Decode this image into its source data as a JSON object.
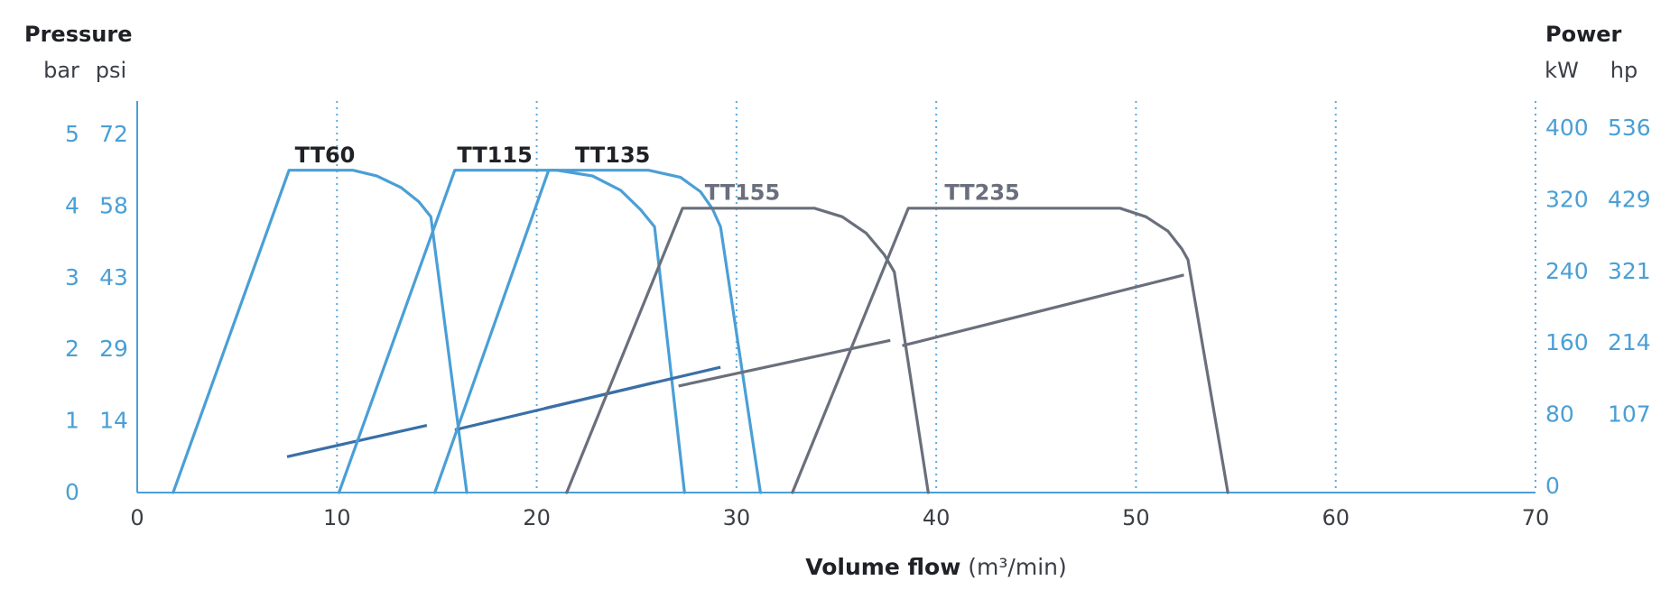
{
  "chart_data": {
    "type": "line",
    "left_axis_title": "Pressure",
    "left_units": [
      "bar",
      "psi"
    ],
    "right_axis_title": "Power",
    "right_units": [
      "kW",
      "hp"
    ],
    "xlabel_bold": "Volume flow",
    "xlabel_unit": "(m³/min)",
    "xlim": [
      0,
      70
    ],
    "x_ticks": [
      0,
      10,
      20,
      30,
      40,
      50,
      60,
      70
    ],
    "x_tick_labels": [
      "0",
      "10",
      "20",
      "30",
      "40",
      "50",
      "60",
      "70"
    ],
    "pressure_ylim": [
      0,
      5
    ],
    "bar_ticks": [
      0,
      1,
      2,
      3,
      4,
      5
    ],
    "bar_tick_labels": [
      "0",
      "1",
      "2",
      "3",
      "4",
      "5"
    ],
    "psi_tick_labels": [
      "",
      "14",
      "29",
      "43",
      "58",
      "72"
    ],
    "power_ylim": [
      0,
      400
    ],
    "kw_ticks": [
      0,
      80,
      160,
      240,
      320,
      400
    ],
    "kw_tick_labels": [
      "0",
      "80",
      "160",
      "240",
      "320",
      "400"
    ],
    "hp_tick_labels": [
      "",
      "107",
      "214",
      "321",
      "429",
      "536"
    ],
    "grid": {
      "vertical_dotted_at": [
        10,
        20,
        30,
        40,
        50,
        60,
        70
      ]
    },
    "colors": {
      "blue": "#4a9fd6",
      "steel_blue": "#3a6fa8",
      "grey": "#6a6f7c",
      "dark_text": "#1f2126",
      "grid": "#5fa9da"
    },
    "series": [
      {
        "name": "TT60",
        "color": "#4a9fd6",
        "label_x": 9.4,
        "label_y": 4.72,
        "label_color": "#1f2126",
        "envelope": [
          [
            1.8,
            0
          ],
          [
            7.6,
            4.5
          ],
          [
            10.8,
            4.5
          ],
          [
            12,
            4.42
          ],
          [
            13.2,
            4.26
          ],
          [
            14.1,
            4.06
          ],
          [
            14.7,
            3.85
          ],
          [
            16.5,
            0
          ]
        ],
        "power": [
          [
            7.5,
            40
          ],
          [
            14.5,
            75
          ]
        ],
        "power_color": "#3a6fa8"
      },
      {
        "name": "TT115",
        "color": "#4a9fd6",
        "label_x": 17.9,
        "label_y": 4.72,
        "label_color": "#1f2126",
        "envelope": [
          [
            10.1,
            0
          ],
          [
            15.9,
            4.5
          ],
          [
            21,
            4.5
          ],
          [
            22.8,
            4.42
          ],
          [
            24.2,
            4.22
          ],
          [
            25.2,
            3.95
          ],
          [
            25.9,
            3.71
          ],
          [
            27.4,
            0
          ]
        ],
        "power": [
          [
            15.9,
            70
          ],
          [
            25.9,
            123
          ]
        ],
        "power_color": "#3a6fa8"
      },
      {
        "name": "TT135",
        "color": "#4a9fd6",
        "label_x": 23.8,
        "label_y": 4.72,
        "label_color": "#1f2126",
        "envelope": [
          [
            14.9,
            0
          ],
          [
            20.6,
            4.5
          ],
          [
            25.6,
            4.5
          ],
          [
            27.2,
            4.4
          ],
          [
            28.2,
            4.2
          ],
          [
            28.8,
            3.96
          ],
          [
            29.2,
            3.71
          ],
          [
            31.2,
            0
          ]
        ],
        "power": [
          [
            20.4,
            94
          ],
          [
            29.2,
            140
          ]
        ],
        "power_color": "#3a6fa8"
      },
      {
        "name": "TT155",
        "color": "#6a6f7c",
        "label_x": 30.3,
        "label_y": 4.2,
        "label_color": "#6a6f7c",
        "envelope": [
          [
            21.5,
            0
          ],
          [
            27.3,
            3.97
          ],
          [
            33.9,
            3.97
          ],
          [
            35.3,
            3.85
          ],
          [
            36.5,
            3.62
          ],
          [
            37.4,
            3.32
          ],
          [
            37.9,
            3.08
          ],
          [
            39.6,
            0
          ]
        ],
        "power": [
          [
            27.1,
            119
          ],
          [
            37.7,
            170
          ]
        ],
        "power_color": "#6a6f7c"
      },
      {
        "name": "TT235",
        "color": "#6a6f7c",
        "label_x": 42.3,
        "label_y": 4.2,
        "label_color": "#6a6f7c",
        "envelope": [
          [
            32.8,
            0
          ],
          [
            38.6,
            3.97
          ],
          [
            49.2,
            3.97
          ],
          [
            50.5,
            3.85
          ],
          [
            51.6,
            3.65
          ],
          [
            52.3,
            3.4
          ],
          [
            52.6,
            3.25
          ],
          [
            54.6,
            0
          ]
        ],
        "power": [
          [
            38.3,
            164
          ],
          [
            52.4,
            243
          ]
        ],
        "power_color": "#6a6f7c"
      }
    ]
  }
}
